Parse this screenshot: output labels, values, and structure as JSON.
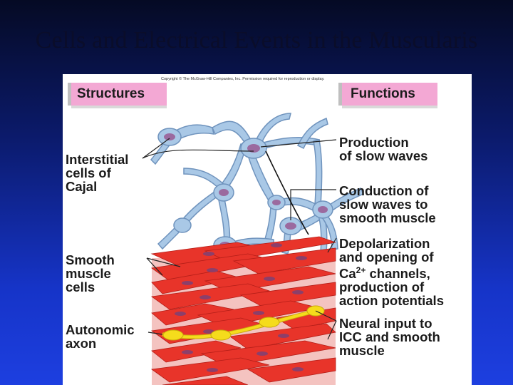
{
  "slide": {
    "title": "Cells and Electrical Events in the Muscularis"
  },
  "figure": {
    "copyright": "Copyright © The McGraw-Hill Companies, Inc. Permission required for reproduction or display.",
    "structures_tab": "Structures",
    "functions_tab": "Functions",
    "structures": {
      "icc": "Interstitial\ncells of\nCajal",
      "smooth_muscle": "Smooth\nmuscle\ncells",
      "autonomic_axon": "Autonomic\naxon"
    },
    "functions": {
      "slow_waves": "Production\nof slow waves",
      "conduction": "Conduction of\nslow waves to\nsmooth muscle",
      "depolarization_l1": "Depolarization",
      "depolarization_l2": "and opening of",
      "ca_base": "Ca",
      "ca_sup": "2+",
      "ca_rest": " channels,",
      "depolarization_l4": "production of",
      "depolarization_l5": "action potentials",
      "neural_input": "Neural input to\nICC and smooth\nmuscle"
    },
    "colors": {
      "icc_fill": "#a9c8e6",
      "icc_nucleus": "#9b6a9f",
      "muscle_fill": "#e8342a",
      "muscle_nucleus": "#8c3f6a",
      "axon": "#f5dc1c",
      "tab": "#f3a8d4"
    }
  }
}
